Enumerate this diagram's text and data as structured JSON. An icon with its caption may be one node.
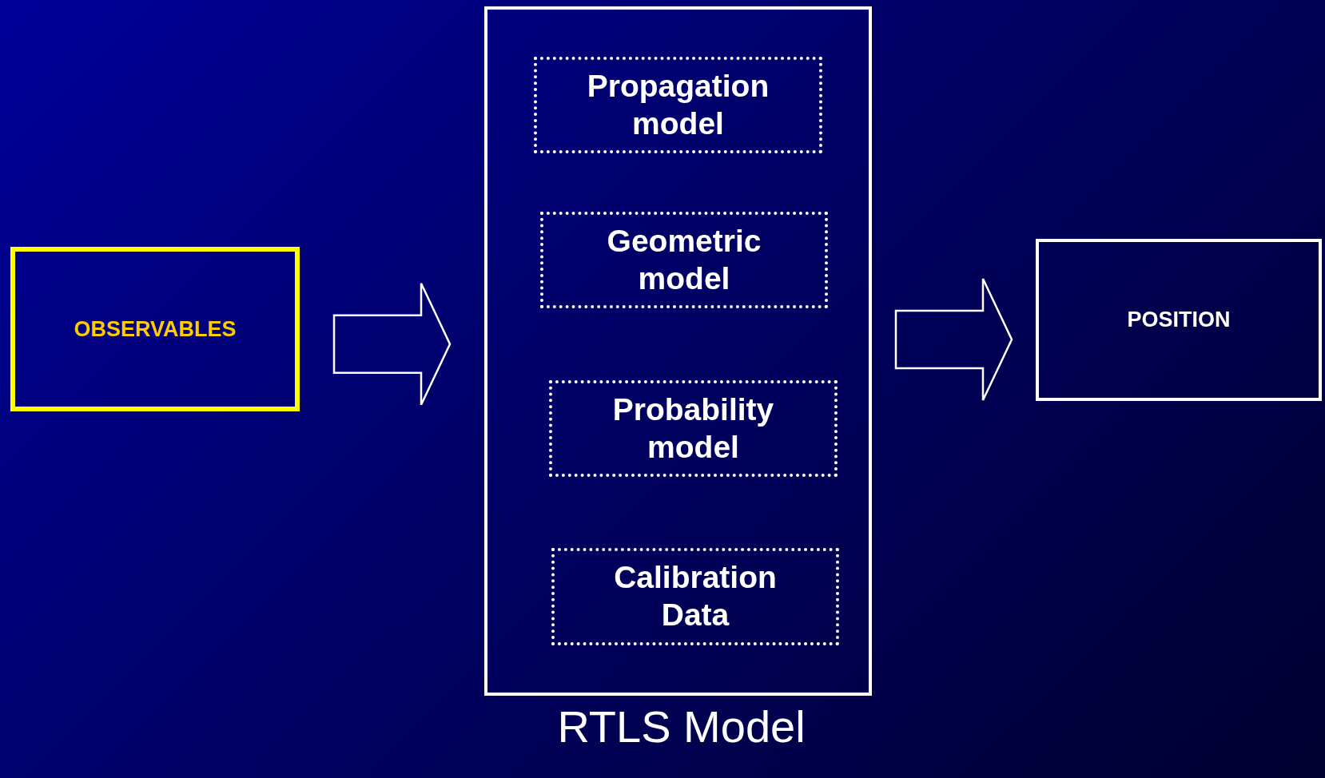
{
  "diagram": {
    "nodes": [
      {
        "text": [
          "OBSERVABLES"
        ]
      },
      {
        "text": [
          "RTLS Model"
        ]
      },
      {
        "text": [
          "Propagation model"
        ],
        "in": 1
      },
      {
        "text": [
          "Geometric model"
        ],
        "in": 1
      },
      {
        "text": [
          "Probability model"
        ],
        "in": 1
      },
      {
        "text": [
          "Calibration Data"
        ],
        "in": 1
      },
      {
        "text": [
          "POSITION"
        ]
      }
    ],
    "edges": [
      {
        "from": 0,
        "to": 1,
        "arrow": "to"
      },
      {
        "from": 1,
        "to": 6,
        "arrow": "to"
      }
    ]
  }
}
